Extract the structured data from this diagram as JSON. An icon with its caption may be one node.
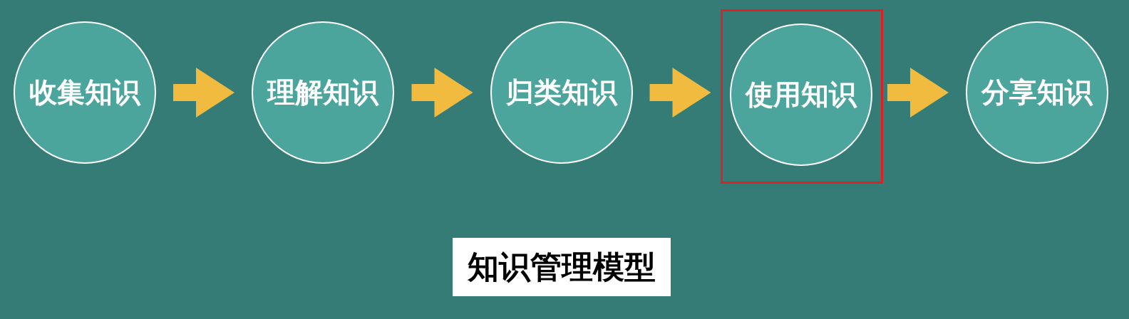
{
  "diagram": {
    "caption": "知识管理模型",
    "nodes": [
      {
        "text": [
          "收集知识"
        ]
      },
      {
        "text": [
          "理解知识"
        ]
      },
      {
        "text": [
          "归类知识"
        ]
      },
      {
        "text": [],
        "shape": "box"
      },
      {
        "text": [
          "使用知识"
        ],
        "in": 3
      },
      {
        "text": [
          "分享知识"
        ]
      }
    ],
    "edges": [
      {
        "from": 0,
        "to": 1,
        "arrow": "to"
      },
      {
        "from": 1,
        "to": 2,
        "arrow": "to"
      },
      {
        "from": 2,
        "to": 4,
        "arrow": "to"
      },
      {
        "from": 4,
        "to": 5,
        "arrow": "to"
      }
    ]
  }
}
